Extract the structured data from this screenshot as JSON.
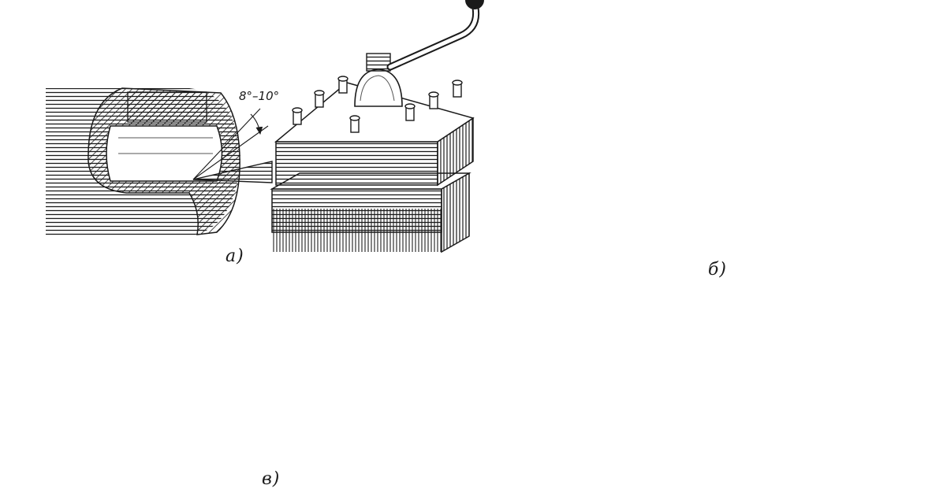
{
  "figure": {
    "panels": [
      {
        "id": "a",
        "caption": "а)",
        "angle_label": "8°–10°"
      },
      {
        "id": "b",
        "caption": "б)"
      },
      {
        "id": "c",
        "caption": "в)"
      }
    ]
  },
  "colors": {
    "ink": "#1a1a1a",
    "paper": "#ffffff",
    "shade": "#555555"
  },
  "icons": {
    "feed_arrow_b": "arrow-left-icon",
    "retract_arrow_c": "arrow-up-right-icon"
  }
}
